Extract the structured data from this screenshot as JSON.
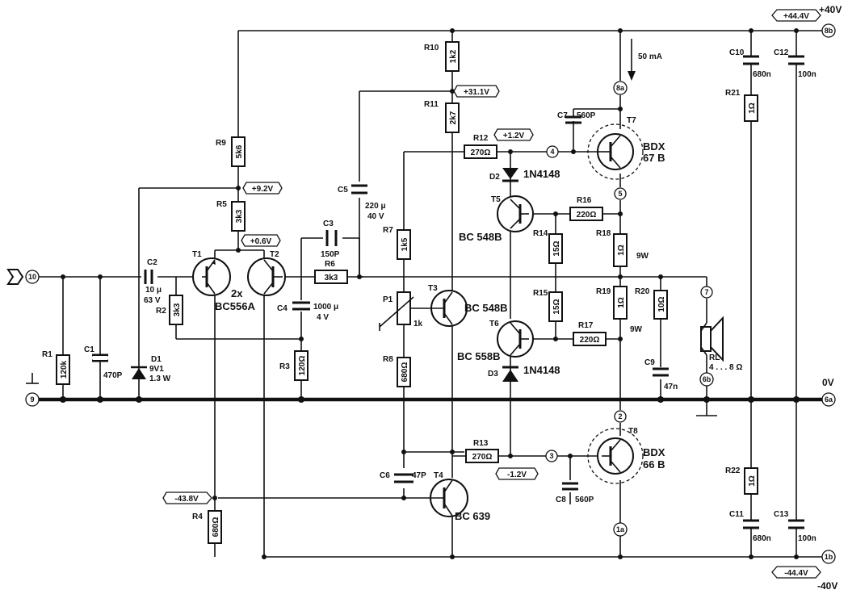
{
  "rails": {
    "pos": "+40V",
    "neg": "-40V",
    "zero": "0V"
  },
  "tags": {
    "p444": "+44.4V",
    "n444": "-44.4V",
    "p311": "+31.1V",
    "p12": "+1.2V",
    "n12": "-1.2V",
    "p92": "+9.2V",
    "p06": "+0.6V",
    "n438": "-43.8V"
  },
  "nodes": {
    "n8b": "8b",
    "n8a": "8a",
    "n4": "4",
    "n5": "5",
    "n7": "7",
    "n6b": "6b",
    "n6a": "6a",
    "n2": "2",
    "n3": "3",
    "n1a": "1a",
    "n1b": "1b",
    "n10": "10",
    "n9": "9"
  },
  "resistors": {
    "R1": {
      "name": "R1",
      "value": "120k"
    },
    "R2": {
      "name": "R2",
      "value": "3k3"
    },
    "R3": {
      "name": "R3",
      "value": "120Ω"
    },
    "R4": {
      "name": "R4",
      "value": "680Ω"
    },
    "R5": {
      "name": "R5",
      "value": "3k3"
    },
    "R6": {
      "name": "R6",
      "value": "3k3"
    },
    "R7": {
      "name": "R7",
      "value": "1k5"
    },
    "R8": {
      "name": "R8",
      "value": "680Ω"
    },
    "R9": {
      "name": "R9",
      "value": "5k6"
    },
    "R10": {
      "name": "R10",
      "value": "1k2"
    },
    "R11": {
      "name": "R11",
      "value": "2k7"
    },
    "R12": {
      "name": "R12",
      "value": "270Ω"
    },
    "R13": {
      "name": "R13",
      "value": "270Ω"
    },
    "R14": {
      "name": "R14",
      "value": "15Ω"
    },
    "R15": {
      "name": "R15",
      "value": "15Ω"
    },
    "R16": {
      "name": "R16",
      "value": "220Ω"
    },
    "R17": {
      "name": "R17",
      "value": "220Ω"
    },
    "R18": {
      "name": "R18",
      "value": "1Ω",
      "power": "9W"
    },
    "R19": {
      "name": "R19",
      "value": "1Ω",
      "power": "9W"
    },
    "R20": {
      "name": "R20",
      "value": "10Ω"
    },
    "R21": {
      "name": "R21",
      "value": "1Ω"
    },
    "R22": {
      "name": "R22",
      "value": "1Ω"
    }
  },
  "capacitors": {
    "C1": {
      "name": "C1",
      "value": "470P"
    },
    "C2": {
      "name": "C2",
      "value": "10 μ",
      "voltage": "63 V"
    },
    "C3": {
      "name": "C3",
      "value": "150P"
    },
    "C4": {
      "name": "C4",
      "value": "1000 μ",
      "voltage": "4 V"
    },
    "C5": {
      "name": "C5",
      "value": "220 μ",
      "voltage": "40 V"
    },
    "C6": {
      "name": "C6",
      "value": "47P"
    },
    "C7": {
      "name": "C7",
      "value": "560P"
    },
    "C8": {
      "name": "C8",
      "value": "560P"
    },
    "C9": {
      "name": "C9",
      "value": "47n"
    },
    "C10": {
      "name": "C10",
      "value": "680n"
    },
    "C11": {
      "name": "C11",
      "value": "680n"
    },
    "C12": {
      "name": "C12",
      "value": "100n"
    },
    "C13": {
      "name": "C13",
      "value": "100n"
    }
  },
  "semis": {
    "T1": "T1",
    "T2": "T2",
    "pair_count": "2x",
    "pair_type": "BC556A",
    "T3": "T3",
    "T3_type": "BC 548B",
    "T4": "T4",
    "T4_type": "BC 639",
    "T5": "T5",
    "T5_type": "BC 548B",
    "T6": "T6",
    "T6_type": "BC 558B",
    "T7": "T7",
    "T7_type1": "BDX",
    "T7_type2": "67 B",
    "T8": "T8",
    "T8_type1": "BDX",
    "T8_type2": "66 B",
    "D1": "D1",
    "D1_type1": "9V1",
    "D1_type2": "1.3 W",
    "D2": "D2",
    "D2_type": "1N4148",
    "D3": "D3",
    "D3_type": "1N4148",
    "P1": "P1",
    "P1_value": "1k",
    "RL": "RL",
    "RL_value": "4 . . . 8 Ω"
  },
  "current": "50 mA"
}
